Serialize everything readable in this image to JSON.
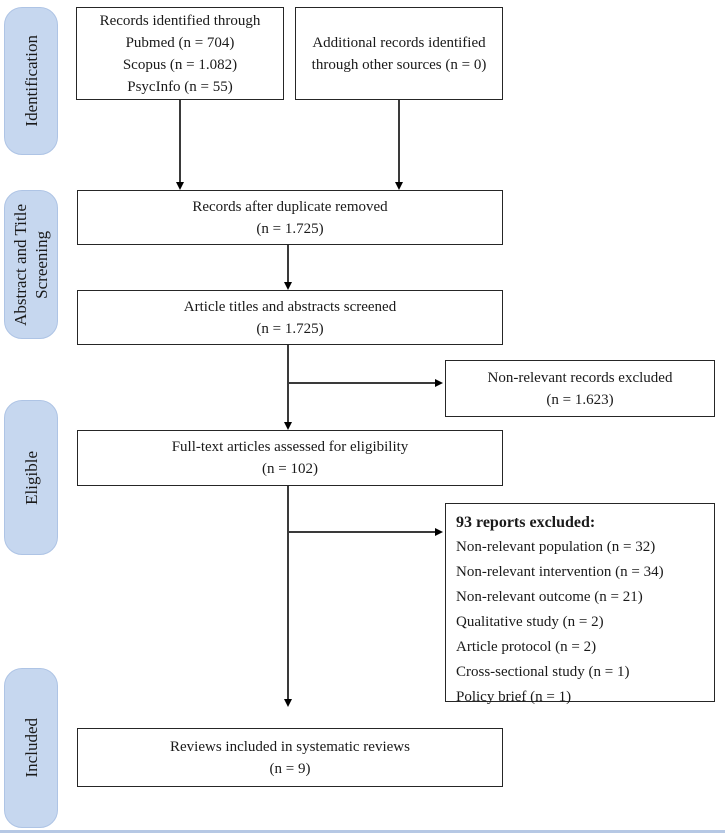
{
  "stages": [
    {
      "id": "identification",
      "label": "Identification"
    },
    {
      "id": "screening",
      "label": "Abstract and Title\nScreening"
    },
    {
      "id": "eligible",
      "label": "Eligible"
    },
    {
      "id": "included",
      "label": "Included"
    }
  ],
  "boxes": {
    "identified": {
      "title": "Records identified through",
      "items": [
        "Pubmed (n = 704)",
        "Scopus (n = 1.082)",
        "PsycInfo (n = 55)"
      ]
    },
    "additional": {
      "text": "Additional records identified through other sources (n = 0)"
    },
    "deduplicated": {
      "text": "Records after duplicate removed",
      "count": "(n = 1.725)"
    },
    "screened": {
      "text": "Article titles and abstracts screened",
      "count": "(n = 1.725)"
    },
    "nonrelevant_excluded": {
      "text": "Non-relevant records excluded",
      "count": "(n = 1.623)"
    },
    "fulltext": {
      "text": "Full-text articles assessed for eligibility",
      "count": "(n = 102)"
    },
    "reports_excluded": {
      "heading": "93 reports excluded:",
      "items": [
        "Non-relevant population (n = 32)",
        "Non-relevant intervention (n = 34)",
        "Non-relevant outcome (n = 21)",
        "Qualitative study (n = 2)",
        "Article protocol (n = 2)",
        "Cross-sectional study (n = 1)",
        "Policy brief (n = 1)"
      ]
    },
    "included_reviews": {
      "text": "Reviews included in systematic reviews",
      "count": "(n = 9)"
    }
  },
  "colors": {
    "stage_fill": "#c6d7ef",
    "stage_border": "#aec4e5",
    "box_border": "#262626",
    "line": "#3a3a3a",
    "bottom_rule": "#b6c8e4"
  }
}
